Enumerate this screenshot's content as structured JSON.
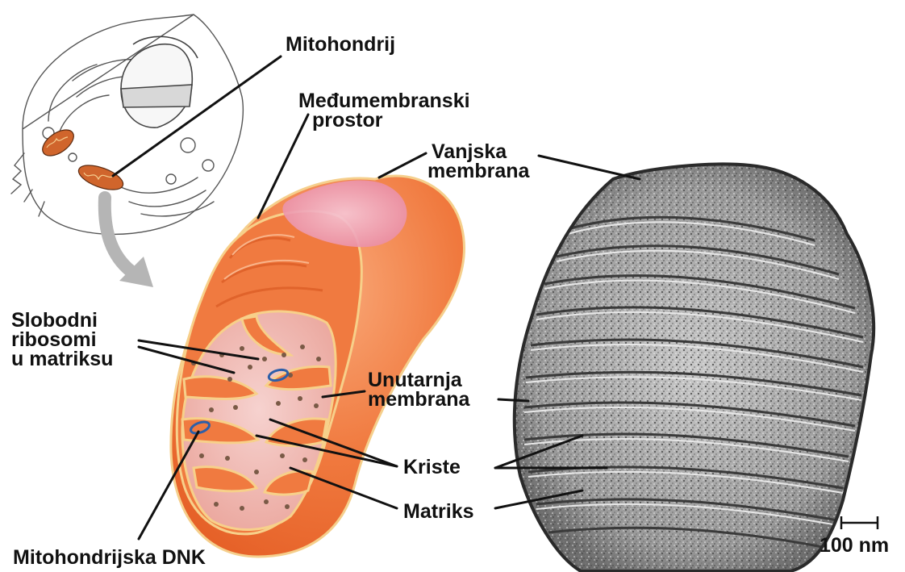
{
  "labels": {
    "mitohondrij": "Mitohondrij",
    "medumembranski_1": "Međumembranski",
    "medumembranski_2": "prostor",
    "vanjska_1": "Vanjska",
    "vanjska_2": "membrana",
    "slobodni_1": "Slobodni",
    "slobodni_2": "ribosomi",
    "slobodni_3": "u matriksu",
    "unutarnja_1": "Unutarnja",
    "unutarnja_2": "membrana",
    "kriste": "Kriste",
    "matriks": "Matriks",
    "dnk": "Mitohondrijska DNK",
    "scale": "100 nm"
  },
  "colors": {
    "mito_body": "#f0793e",
    "mito_highlight": "#f9b48a",
    "mito_membrane": "#f7d08a",
    "matrix": "#f3c7c4",
    "dna_ring": "#2d5fa8",
    "leader_line": "#111111",
    "arrow": "#b5b5b5"
  }
}
